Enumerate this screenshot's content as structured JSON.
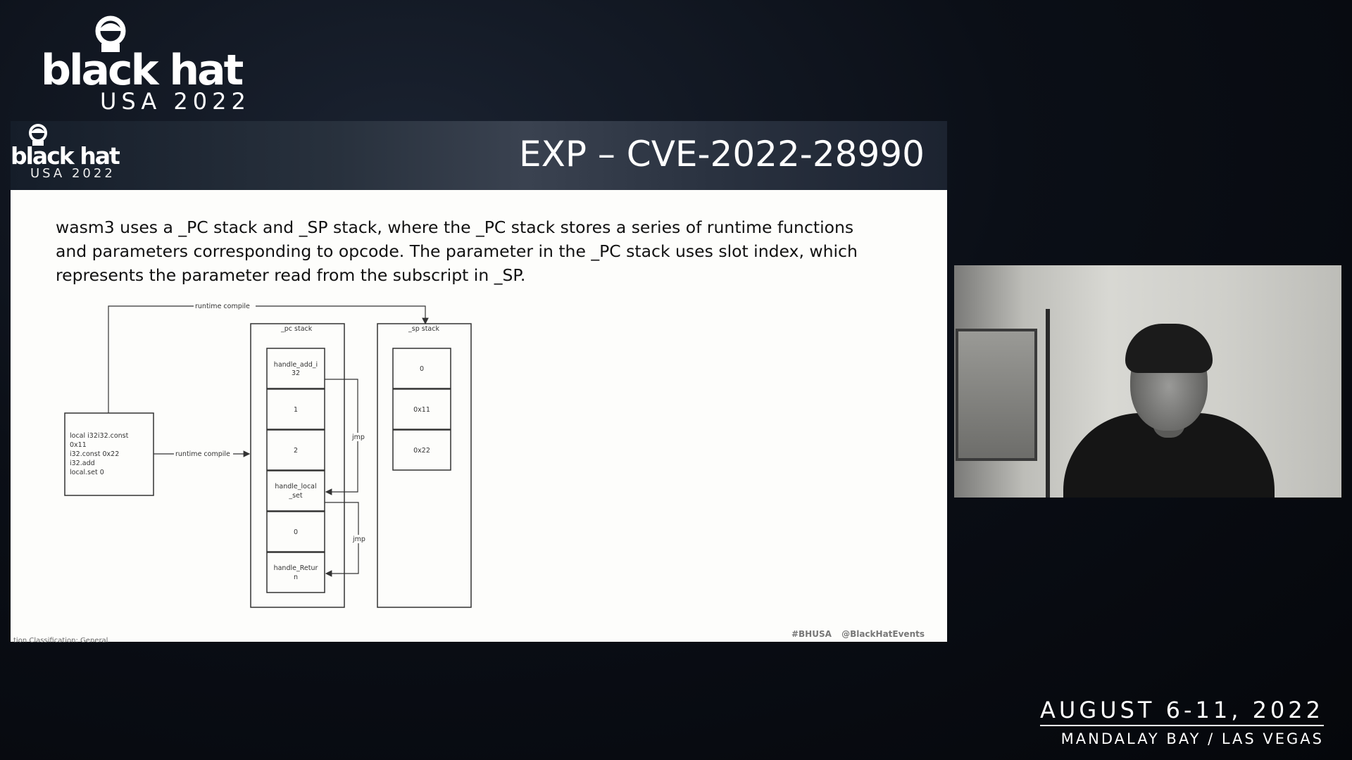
{
  "branding": {
    "logo_word": "black hat",
    "logo_sub": "USA 2022"
  },
  "slide": {
    "logo_word": "black hat",
    "logo_sub": "USA 2022",
    "title": "EXP – CVE-2022-28990",
    "paragraph_lines": [
      "wasm3 uses a _PC stack and _SP stack, where the _PC stack stores a series of runtime functions",
      "and parameters corresponding to opcode. The parameter in the _PC stack uses slot index, which",
      "represents the parameter read from the subscript in _SP."
    ],
    "footer_tags": [
      "#BHUSA",
      "@BlackHatEvents"
    ],
    "classification": "tion Classification: General"
  },
  "diagram": {
    "source_code_lines": [
      "local i32i32.const",
      "0x11",
      "i32.const 0x22",
      "i32.add",
      "local.set 0"
    ],
    "label_runtime_compile_top": "runtime compile",
    "label_runtime_compile_mid": "runtime compile",
    "pc_stack_label": "_pc stack",
    "sp_stack_label": "_sp stack",
    "pc_cells": [
      [
        "handle_add_i",
        "32"
      ],
      [
        "1"
      ],
      [
        "2"
      ],
      [
        "handle_local",
        "_set"
      ],
      [
        "0"
      ],
      [
        "handle_Retur",
        "n"
      ]
    ],
    "sp_cells": [
      "0",
      "0x11",
      "0x22"
    ],
    "jmp_labels": [
      "jmp",
      "jmp"
    ]
  },
  "event": {
    "dates": "AUGUST 6-11, 2022",
    "venue": "MANDALAY BAY / LAS VEGAS"
  },
  "colors": {
    "background": "#0b0f17",
    "slide_body": "#fdfdfb",
    "text": "#111111"
  }
}
